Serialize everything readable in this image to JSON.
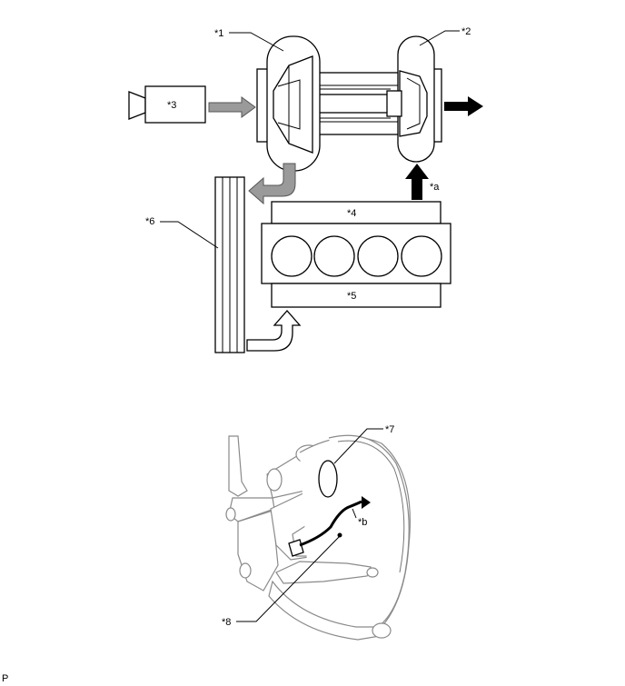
{
  "labels": {
    "l1": "*1",
    "l2": "*2",
    "l3": "*3",
    "l4": "*4",
    "l5": "*5",
    "l6": "*6",
    "l7": "*7",
    "l8": "*8",
    "la": "*a",
    "lb": "*b",
    "corner": "P"
  }
}
